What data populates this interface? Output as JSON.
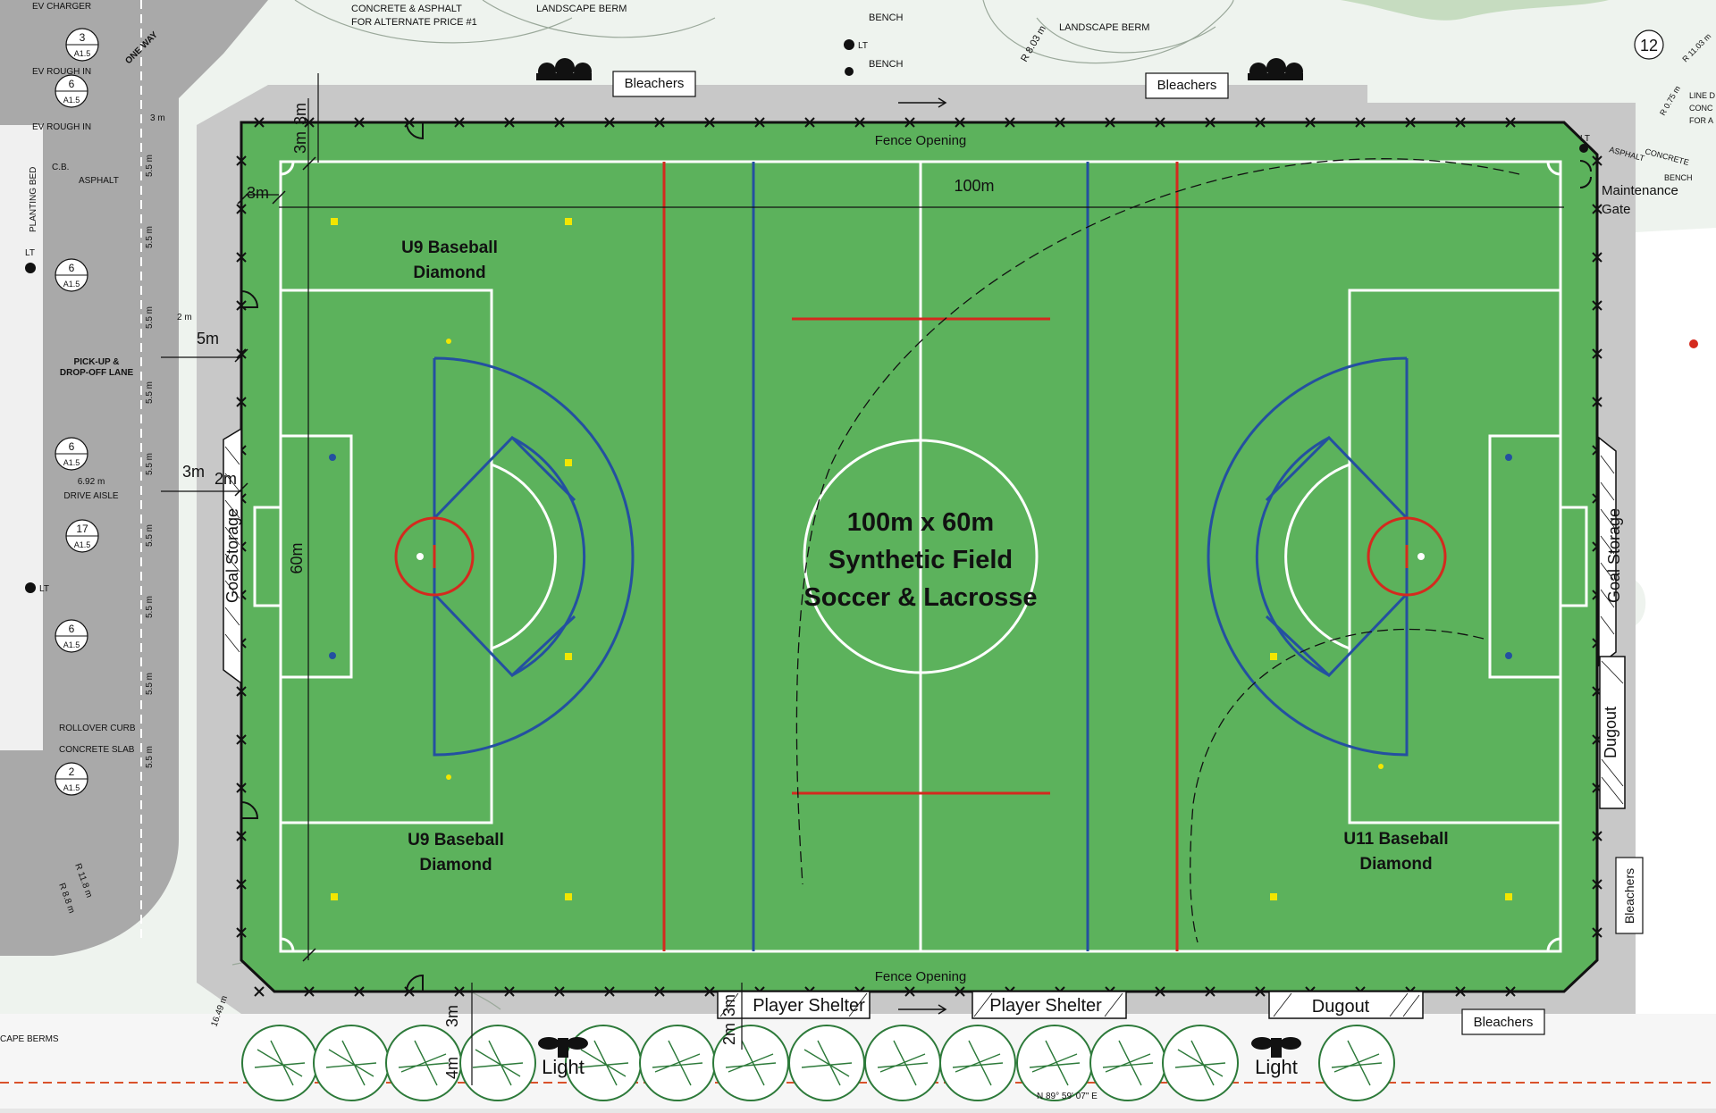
{
  "site": {
    "top_notes": {
      "ev_charger": "EV CHARGER",
      "concrete_alt_1": "CONCRETE & ASPHALT",
      "concrete_alt_2": "FOR ALTERNATE PRICE #1",
      "landscape_berm_1": "LANDSCAPE BERM",
      "landscape_berm_2": "LANDSCAPE BERM",
      "bench_1": "BENCH",
      "bench_2": "BENCH",
      "bench_3": "BENCH",
      "lt_1": "LT",
      "lt_2": "LT",
      "lt_3": "LT",
      "lt_4": "LT",
      "lt_5": "LT",
      "one_way": "ONE WAY",
      "radius_1": "R 8.03 m",
      "radius_2": "R 0.75 m",
      "radius_3": "R 11.03 m",
      "grid_12": "12",
      "dim_55": "5.5 m",
      "dim_3m_small": "3 m"
    },
    "left_notes": {
      "ev_rough_in_1": "EV ROUGH IN",
      "ev_rough_in_2": "EV ROUGH IN",
      "planting_bed": "PLANTING BED",
      "cb": "C.B.",
      "asphalt": "ASPHALT",
      "pickup_1": "PICK-UP &",
      "pickup_2": "DROP-OFF LANE",
      "dim_692": "6.92 m",
      "drive_aisle": "DRIVE AISLE",
      "rollover_curb": "ROLLOVER CURB",
      "concrete_slab": "CONCRETE SLAB",
      "radius_a": "R 8.8 m",
      "radius_b": "R 11.8 m",
      "landscape_berms": "CAPE BERMS",
      "dim_1649": "16.49 m",
      "dim_2m": "2 m"
    },
    "right_notes": {
      "line_1": "LINE D",
      "line_2": "CONC",
      "line_3": "FOR A",
      "asphalt": "ASPHALT",
      "concrete": "CONCRETE",
      "maintenance_gate_1": "Maintenance",
      "maintenance_gate_2": "Gate",
      "bearing": "N 89° 59' 07\" E"
    },
    "callouts": [
      {
        "num": "3",
        "sheet": "A1.5"
      },
      {
        "num": "6",
        "sheet": "A1.5"
      },
      {
        "num": "6",
        "sheet": "A1.5"
      },
      {
        "num": "6",
        "sheet": "A1.5"
      },
      {
        "num": "17",
        "sheet": "A1.5"
      },
      {
        "num": "6",
        "sheet": "A1.5"
      },
      {
        "num": "2",
        "sheet": "A1.5"
      }
    ],
    "bleachers_top_left": "Bleachers",
    "bleachers_top_right": "Bleachers",
    "bleachers_bottom": "Bleachers",
    "bleachers_right": "Bleachers",
    "fence_opening_top": "Fence Opening",
    "fence_opening_bottom": "Fence Opening",
    "player_shelter_1": "Player Shelter",
    "player_shelter_2": "Player Shelter",
    "dugout_bottom": "Dugout",
    "dugout_right": "Dugout",
    "goal_storage_left": "Goal Storage",
    "goal_storage_right": "Goal Storage",
    "light_1": "Light",
    "light_2": "Light"
  },
  "field": {
    "title_line1": "100m x 60m",
    "title_line2": "Synthetic Field",
    "title_line3": "Soccer & Lacrosse",
    "length_label": "100m",
    "width_label": "60m",
    "diamonds": {
      "top_left_line1": "U9 Baseball",
      "top_left_line2": "Diamond",
      "bottom_left_line1": "U9 Baseball",
      "bottom_left_line2": "Diamond",
      "bottom_right_line1": "U11 Baseball",
      "bottom_right_line2": "Diamond"
    },
    "colors": {
      "turf": "#5cb25c",
      "white_lines": "#ffffff",
      "red_lines": "#d42a1e",
      "blue_lines": "#2450a0",
      "base_yellow": "#f2e600",
      "pad_grey": "#c8c8c8"
    }
  },
  "dimensions": {
    "d_3m_a": "3m",
    "d_3m_b": "3m",
    "d_3m_c": "3m",
    "d_5m": "5m",
    "d_3m_d": "3m",
    "d_2m_a": "2m",
    "d_3m_bottom": "3m",
    "d_4m_bottom": "4m",
    "d_2m_bottom": "2m",
    "d_3m_bottom2": "3m"
  }
}
